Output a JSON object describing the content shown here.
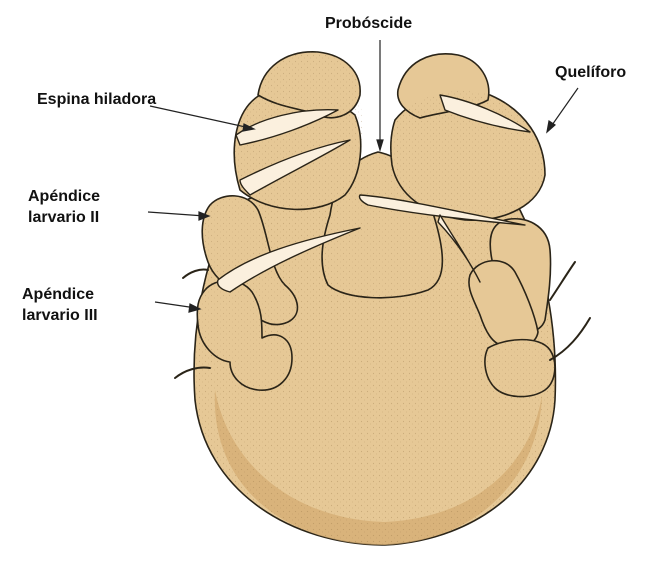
{
  "labels": {
    "proboscis": "Probóscide",
    "chelifore": "Quelíforo",
    "spinneret_spine": "Espina hiladora",
    "larval_appendage_2_line1": "Apéndice",
    "larval_appendage_2_line2": "larvario II",
    "larval_appendage_3_line1": "Apéndice",
    "larval_appendage_3_line2": "larvario III"
  },
  "colors": {
    "body_fill": "#e6c896",
    "body_shade": "#d4ac72",
    "spine_fill": "#fbf0de",
    "outline": "#2a2418",
    "leader_line": "#222222"
  }
}
